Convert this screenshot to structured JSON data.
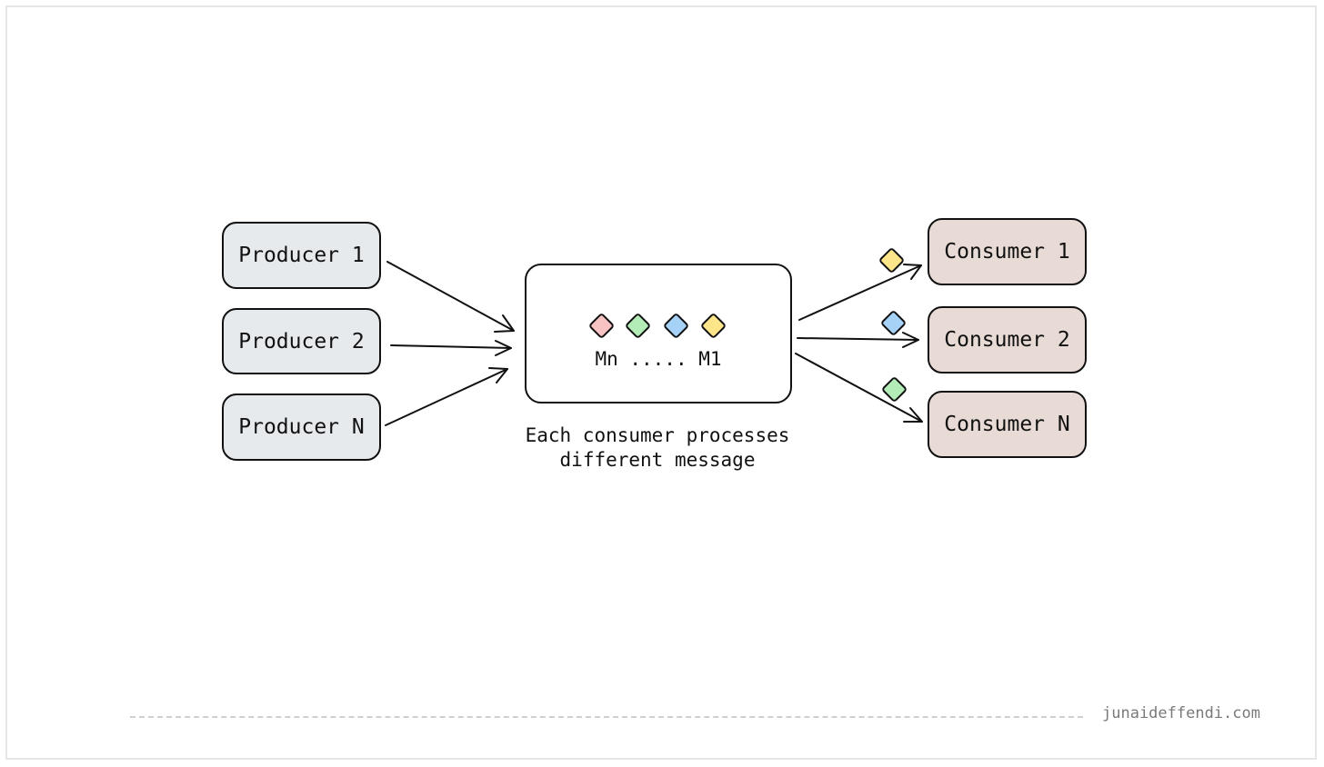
{
  "producers": [
    {
      "label": "Producer 1"
    },
    {
      "label": "Producer 2"
    },
    {
      "label": "Producer N"
    }
  ],
  "consumers": [
    {
      "label": "Consumer 1",
      "message_color": "#fde68a"
    },
    {
      "label": "Consumer 2",
      "message_color": "#a7d2f7"
    },
    {
      "label": "Consumer N",
      "message_color": "#b4ecb8"
    }
  ],
  "queue": {
    "label": "Mn ..... M1",
    "message_colors": [
      "#f8c3c3",
      "#b4ecb8",
      "#a7d2f7",
      "#fde68a"
    ]
  },
  "caption": "Each consumer processes different message",
  "footer": {
    "url": "junaideffendi.com"
  },
  "colors": {
    "producer_fill": "#e7eaed",
    "consumer_fill": "#e8dbd5",
    "stroke": "#111111"
  }
}
